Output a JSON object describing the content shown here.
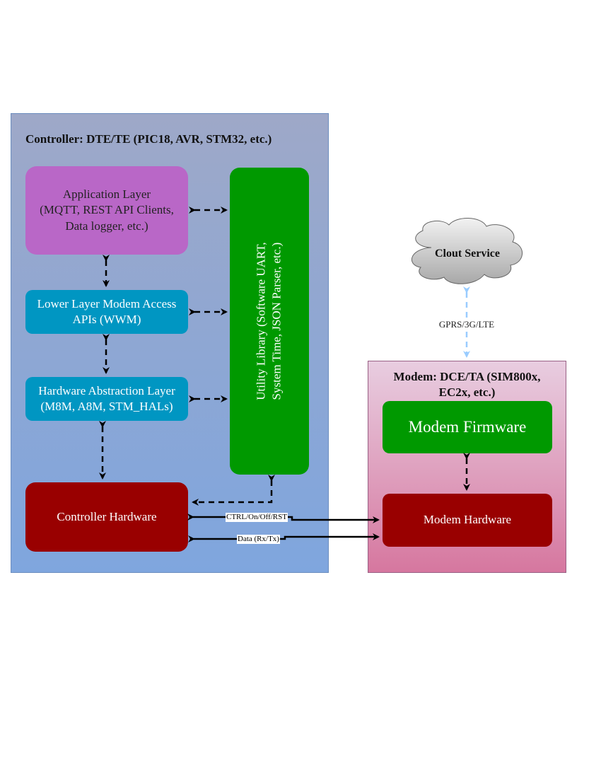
{
  "controller": {
    "title": "Controller: DTE/TE (PIC18, AVR, STM32, etc.)",
    "application_layer": {
      "line1": "Application Layer",
      "line2": "(MQTT, REST API Clients,",
      "line3": "Data logger, etc.)"
    },
    "modem_api": {
      "line1": "Lower Layer Modem Access",
      "line2": "APIs (WWM)"
    },
    "hal": {
      "line1": "Hardware Abstraction Layer",
      "line2": "(M8M, A8M, STM_HALs)"
    },
    "hardware": {
      "label": "Controller Hardware"
    },
    "utility_library": {
      "line1": "Utility Library (Software UART,",
      "line2": "System Time, JSON Parser, etc.)"
    }
  },
  "modem": {
    "title_line1": "Modem: DCE/TA (SIM800x,",
    "title_line2": "EC2x, etc.)",
    "firmware": {
      "label": "Modem Firmware"
    },
    "hardware": {
      "label": "Modem Hardware"
    }
  },
  "cloud": {
    "label": "Clout Service"
  },
  "connections": {
    "network": "GPRS/3G/LTE",
    "control": "CTRL/On/Off/RST",
    "data": "Data (Rx/Tx)"
  },
  "colors": {
    "controller_bg_top": "#9ea8c8",
    "controller_bg_bottom": "#7fa6de",
    "modem_bg_top": "#e8cde0",
    "modem_bg_bottom": "#d6779f",
    "application_layer": "#b967c7",
    "api_layer": "#0096c2",
    "utility_library": "#009900",
    "hardware": "#990000",
    "network_link": "#99ccff"
  }
}
